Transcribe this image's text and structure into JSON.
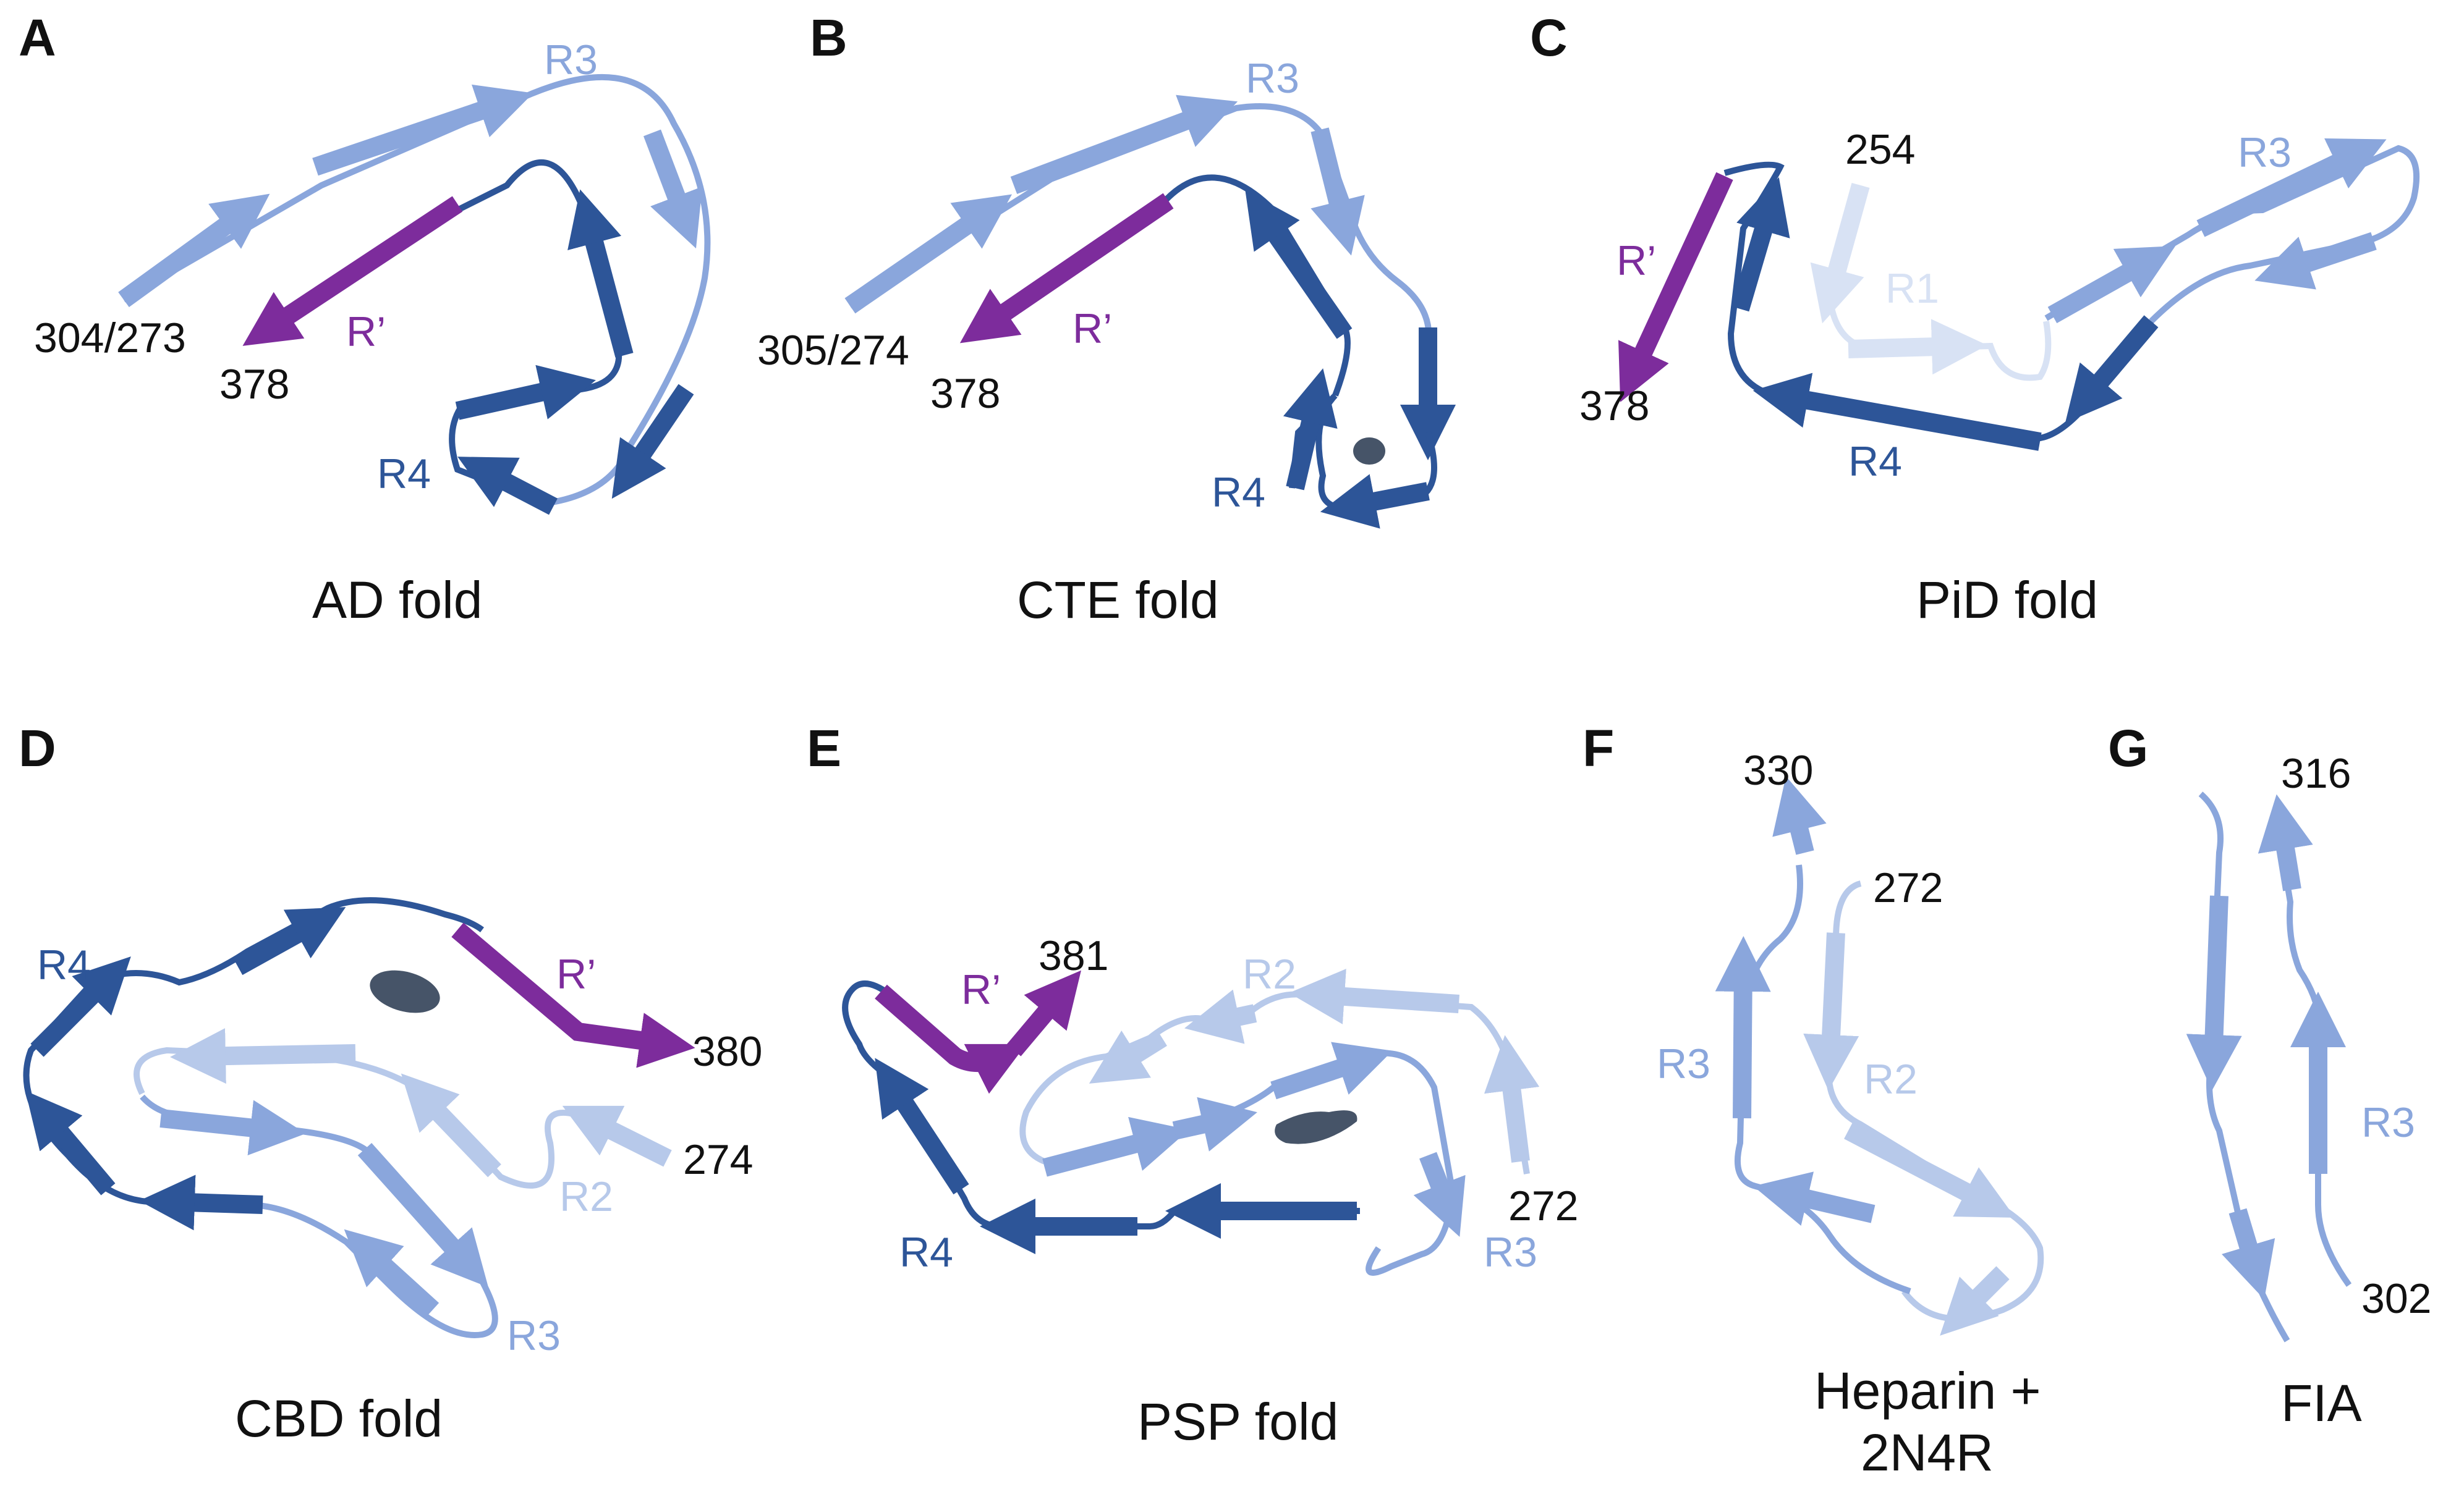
{
  "colors": {
    "dark": "#2d5598",
    "mid": "#8aa6dc",
    "light": "#b7c9ea",
    "faint": "#d8e2f4",
    "purple": "#7d2c9c",
    "blob": "#465468",
    "text": "#111111"
  },
  "panels": [
    {
      "id": "A",
      "caption": "AD  fold",
      "labels": {
        "R3": "R3",
        "R4": "R4",
        "Rp": "R’",
        "start": "304/273",
        "end": "378"
      }
    },
    {
      "id": "B",
      "caption": "CTE fold",
      "labels": {
        "R3": "R3",
        "R4": "R4",
        "Rp": "R’",
        "start": "305/274",
        "end": "378"
      }
    },
    {
      "id": "C",
      "caption": "PiD fold",
      "labels": {
        "R1": "R1",
        "R3": "R3",
        "R4": "R4",
        "Rp": "R’",
        "start": "254",
        "end": "378"
      }
    },
    {
      "id": "D",
      "caption": "CBD fold",
      "labels": {
        "R2": "R2",
        "R3": "R3",
        "R4": "R4",
        "Rp": "R’",
        "start": "274",
        "end": "380"
      }
    },
    {
      "id": "E",
      "caption": "PSP fold",
      "labels": {
        "R2": "R2",
        "R3": "R3",
        "R4": "R4",
        "Rp": "R’",
        "start": "272",
        "end": "381"
      }
    },
    {
      "id": "F",
      "caption_line1": "Heparin +",
      "caption_line2": "2N4R",
      "labels": {
        "R2": "R2",
        "R3": "R3",
        "start": "272",
        "end": "330"
      }
    },
    {
      "id": "G",
      "caption": "FIA",
      "labels": {
        "R3": "R3",
        "start": "302",
        "end": "316"
      }
    }
  ]
}
